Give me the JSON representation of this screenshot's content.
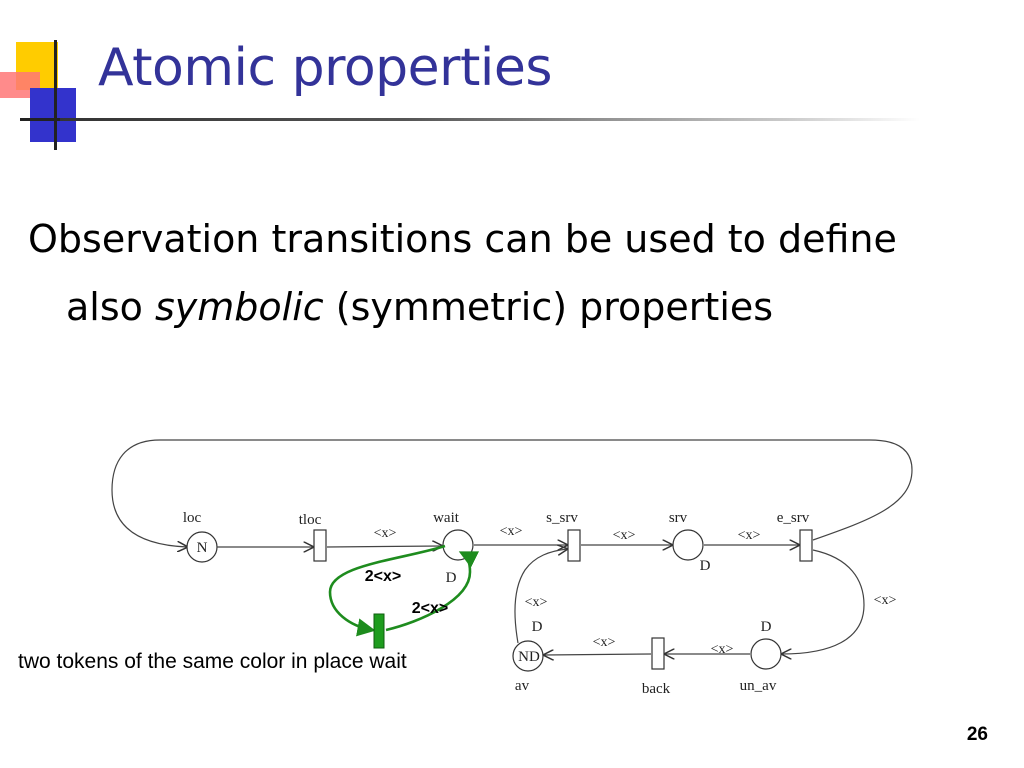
{
  "slide": {
    "title": "Atomic properties",
    "body_line1": "Observation transitions can be used to define",
    "body_line2_prefix": "also ",
    "body_line2_em": "symbolic",
    "body_line2_suffix": " (symmetric) properties",
    "caption": "two tokens of the same color in place wait",
    "page_number": "26"
  },
  "colors": {
    "title": "#333399",
    "deco_yellow": "#ffcc00",
    "deco_blue": "#3333cc",
    "deco_red": "#ff6666",
    "observation_green": "#1e8c1e"
  },
  "diagram": {
    "places": {
      "loc": {
        "label": "loc",
        "token": "N"
      },
      "wait": {
        "label": "wait",
        "token": "",
        "domain": "D"
      },
      "srv": {
        "label": "srv",
        "token": "",
        "domain": "D"
      },
      "av": {
        "label": "av",
        "token": "ND",
        "domain": "D"
      },
      "un_av": {
        "label": "un_av",
        "token": "",
        "domain": "D"
      }
    },
    "transitions": {
      "tloc": "tloc",
      "s_srv": "s_srv",
      "e_srv": "e_srv",
      "back": "back"
    },
    "arc_labels": {
      "tloc_wait": "<x>",
      "wait_ssrv": "<x>",
      "ssrv_srv": "<x>",
      "srv_esrv": "<x>",
      "esrv_unav": "<x>",
      "unav_back": "<x>",
      "back_av": "<x>",
      "av_ssrv": "<x>"
    },
    "observation": {
      "arc_in": "2<x>",
      "arc_out": "2<x>"
    }
  }
}
